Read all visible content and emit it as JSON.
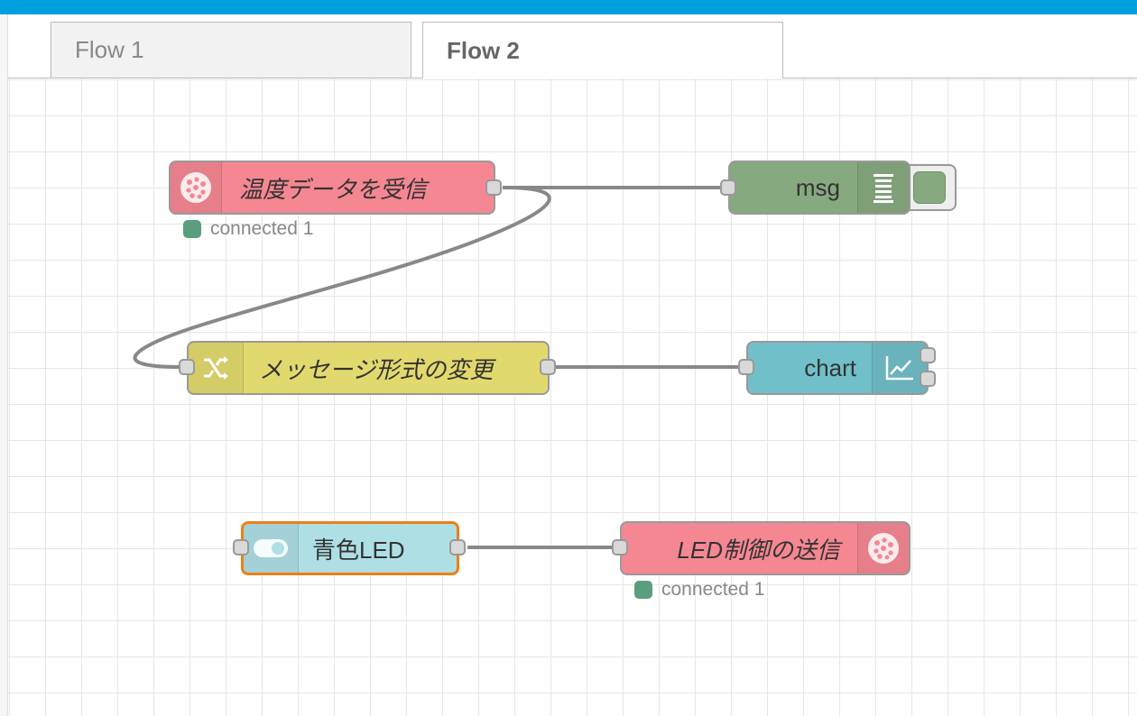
{
  "tabs": [
    {
      "label": "Flow 1",
      "active": false
    },
    {
      "label": "Flow 2",
      "active": true
    }
  ],
  "nodes": {
    "mqtt_in": {
      "label": "温度データを受信",
      "type": "mqtt in",
      "color": "#f58792",
      "icon": "mqtt-icon",
      "status": "connected 1",
      "status_color": "#5a9e7e"
    },
    "debug": {
      "label": "msg",
      "type": "debug",
      "color": "#87a980",
      "icon": "list-icon",
      "active": true
    },
    "change": {
      "label": "メッセージ形式の変更",
      "type": "change",
      "color": "#e2d96e",
      "icon": "shuffle-icon"
    },
    "chart": {
      "label": "chart",
      "type": "ui_chart",
      "color": "#71bfc9",
      "icon": "chart-icon"
    },
    "switch": {
      "label": "青色LED",
      "type": "ui_switch",
      "color": "#aedfe5",
      "icon": "toggle-icon",
      "selected": true,
      "selected_color": "#ee7f16"
    },
    "mqtt_out": {
      "label": "LED制御の送信",
      "type": "mqtt out",
      "color": "#f58792",
      "icon": "mqtt-icon",
      "status": "connected 1",
      "status_color": "#5a9e7e"
    }
  },
  "colors": {
    "header": "#009fdd",
    "wire": "#888888",
    "port_fill": "#d9d9d9",
    "port_border": "#999999"
  }
}
